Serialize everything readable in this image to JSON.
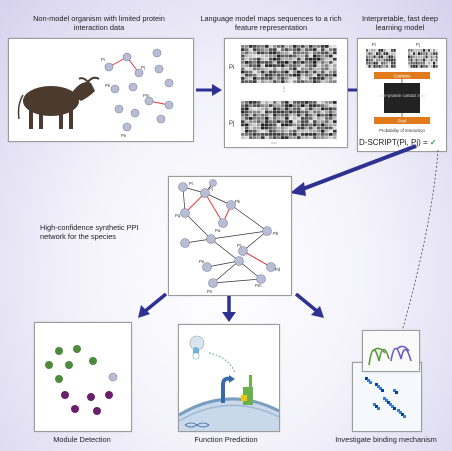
{
  "captions": {
    "organism": "Non-model organism with limited protein interaction data",
    "language_model": "Language model maps sequences to a rich feature representation",
    "deep_model": "Interpretable, fast deep learning model",
    "network": "High-confidence synthetic PPI network for the species",
    "module": "Module Detection",
    "function": "Function Prediction",
    "binding": "Investigate binding mechanism"
  },
  "panel1": {
    "nodes": [
      "Pi",
      "Pj",
      "Pk",
      "Pm",
      "Pn"
    ]
  },
  "panel2": {
    "labels": [
      "Pi",
      "Pj"
    ],
    "dots": "⋮",
    "dots2": "⋯"
  },
  "panel3": {
    "labels": [
      "Pi",
      "Pj"
    ],
    "combine": "Combine",
    "contact_map": "Inter-protein contact map",
    "pool": "Pool",
    "probability": "Probability of interaction",
    "formula": "D-SCRIPT(Pi, Pj) =",
    "check": "✓"
  },
  "network": {
    "nodes": [
      "Pi",
      "Pj",
      "Pk",
      "Pq",
      "Pa",
      "Pb",
      "Pc",
      "Pd",
      "Pe",
      "Pm",
      "Pn"
    ]
  },
  "colors": {
    "arrow": "#2e3192",
    "edge_red": "#e53935",
    "node": "#b8bdd6",
    "orange": "#e07a1a",
    "green": "#3aa33a"
  }
}
